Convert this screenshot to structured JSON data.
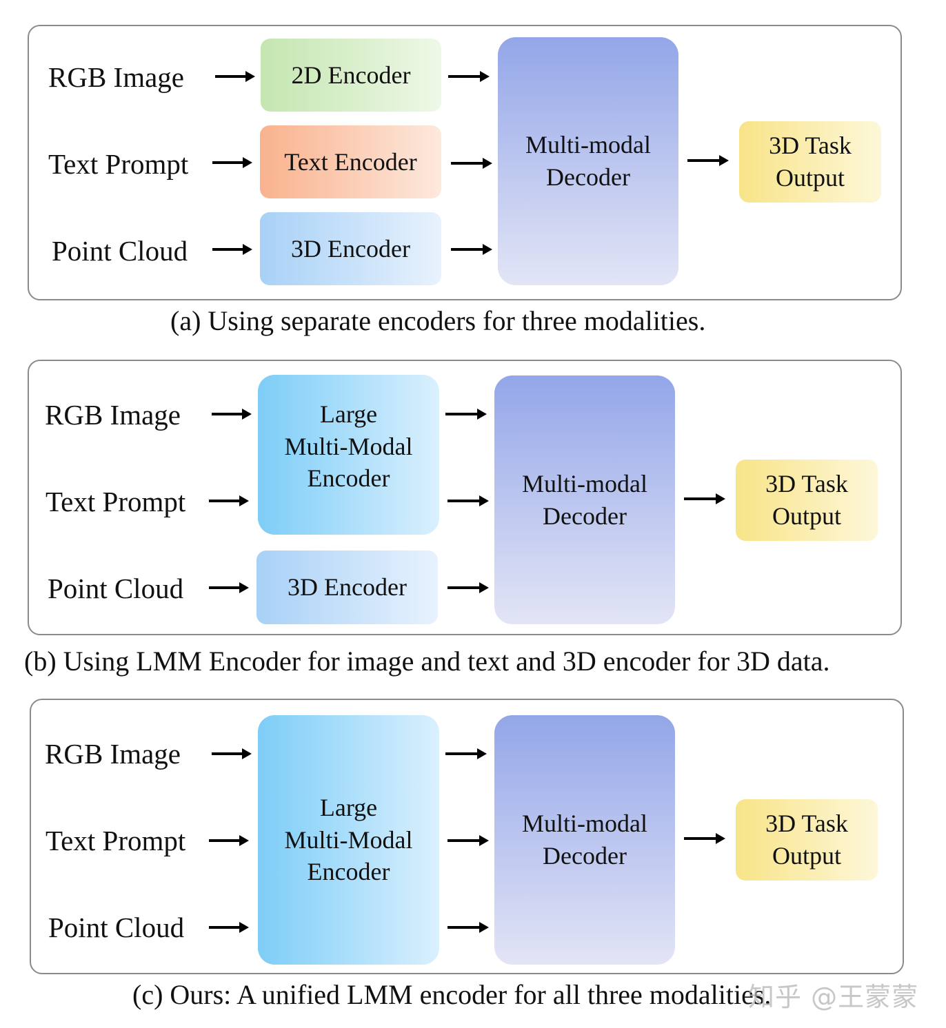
{
  "inputs": {
    "rgb": "RGB Image",
    "text": "Text Prompt",
    "point": "Point Cloud"
  },
  "encoders": {
    "enc_2d": "2D Encoder",
    "enc_text": "Text Encoder",
    "enc_3d": "3D Encoder",
    "lmm_line1": "Large",
    "lmm_line2": "Multi-Modal",
    "lmm_line3": "Encoder"
  },
  "decoder": {
    "line1": "Multi-modal",
    "line2": "Decoder"
  },
  "output": {
    "line1": "3D Task",
    "line2": "Output"
  },
  "captions": {
    "a": "(a) Using separate encoders for three modalities.",
    "b": "(b) Using LMM Encoder for image and text and 3D encoder for 3D data.",
    "c": "(c) Ours: A unified LMM encoder for all three modalities."
  },
  "watermark": "知乎 @王蒙蒙",
  "colors": {
    "encoder_2d": "#c4e6b0",
    "encoder_text": "#f9b28d",
    "encoder_3d": "#a8d1f7",
    "lmm_encoder": "#7dcdf8",
    "decoder": "#93a6e8",
    "output": "#f8e488"
  }
}
